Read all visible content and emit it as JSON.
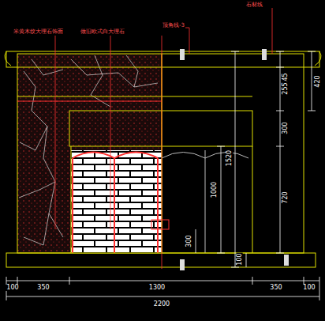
{
  "diagram": {
    "labels": [
      "米黄木纹大理石饰面",
      "做旧欧式白大理石",
      "顶角线-3",
      "石材线",
      "145",
      "255",
      "300",
      "720",
      "1520",
      "420",
      "1000",
      "300",
      "100",
      "100",
      "350",
      "1300",
      "350",
      "100",
      "2200"
    ]
  }
}
